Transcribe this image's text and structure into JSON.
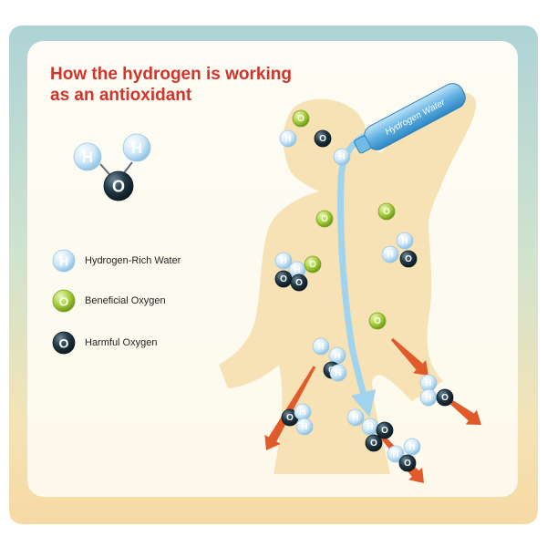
{
  "title": {
    "line1": "How the hydrogen is working",
    "line2": "as an antioxidant"
  },
  "bottle": {
    "label": "Hydrogen Water"
  },
  "legend": [
    {
      "symbol": "H",
      "label": "Hydrogen-Rich Water",
      "kind": "hydrogen"
    },
    {
      "symbol": "O",
      "label": "Beneficial Oxygen",
      "kind": "beneficial"
    },
    {
      "symbol": "O",
      "label": "Harmful Oxygen",
      "kind": "harmful"
    }
  ],
  "symbols": {
    "hydrogen": "H",
    "oxygen": "O"
  },
  "colors": {
    "title": "#d2332a",
    "hydrogen": "#cfe8f7",
    "hydrogen_text": "#ffffff",
    "beneficial": "#a6cd3a",
    "harmful": "#203744",
    "arrow": "#e05a2a",
    "stream": "#9fd3ee",
    "body": "#f5dfae"
  }
}
